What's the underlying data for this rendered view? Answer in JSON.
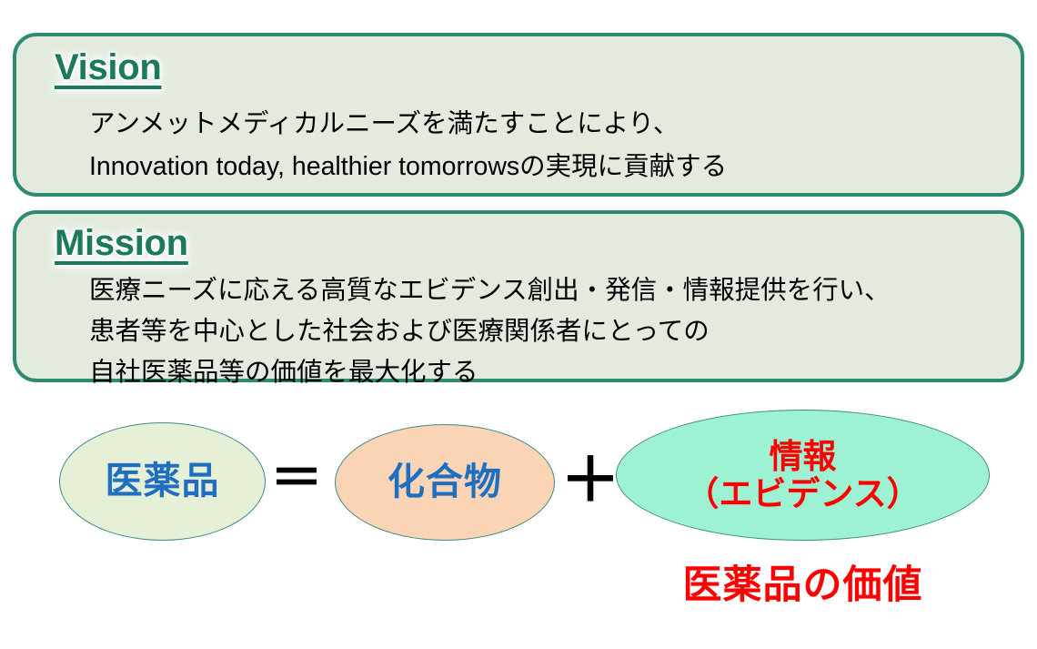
{
  "vision": {
    "heading": "Vision",
    "body": "アンメットメディカルニーズを満たすことにより、\nInnovation today, healthier tomorrowsの実現に貢献する"
  },
  "mission": {
    "heading": "Mission",
    "body": "医療ニーズに応える高質なエビデンス創出・発信・情報提供を行い、\n患者等を中心とした社会および医療関係者にとっての\n自社医薬品等の価値を最大化する"
  },
  "equation": {
    "drug_label": "医薬品",
    "equals_operator": "＝",
    "compound_label": "化合物",
    "plus_operator": "＋",
    "information_label": "情報\n（エビデンス）",
    "value_caption": "医薬品の価値"
  },
  "colors": {
    "panel_fill": "#E3EBDE",
    "panel_border": "#2E8B72",
    "heading_text": "#1B7A5E",
    "drug_ellipse_fill": "#E6F0D7",
    "compound_ellipse_fill": "#FAD4B4",
    "information_ellipse_fill": "#9DF2D3",
    "ellipse_label_blue": "#1F6FC0",
    "accent_red": "#FF0000"
  }
}
